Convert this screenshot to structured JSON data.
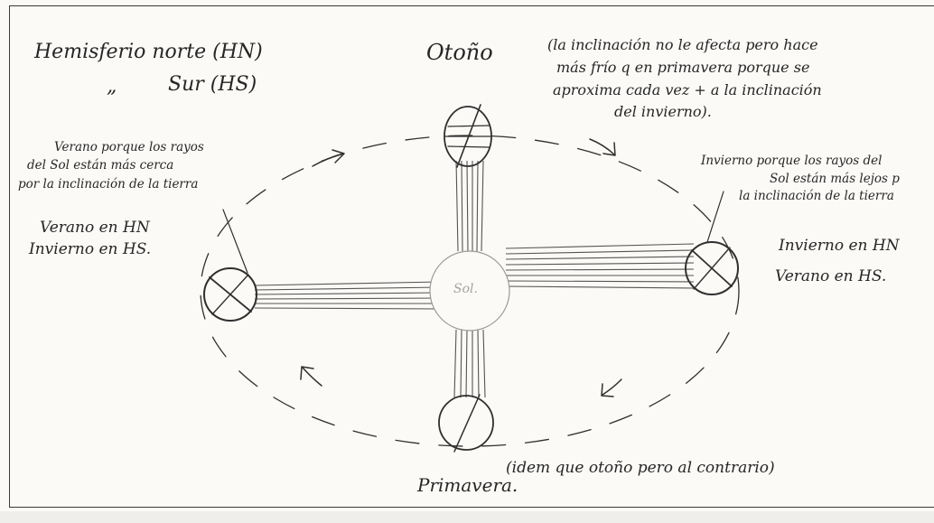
{
  "header": {
    "line1": "Hemisferio norte (HN)",
    "line2_mark": "„",
    "line2_text": "Sur (HS)"
  },
  "positions": {
    "top": {
      "title": "Otoño"
    },
    "bottom": {
      "title": "Primavera."
    },
    "sun": {
      "label": "Sol."
    }
  },
  "notes": {
    "autumn": [
      "(la inclinación no le afecta pero hace",
      "más frío q en primavera porque se",
      "aproxima cada vez + a la inclinación",
      "del invierno)."
    ],
    "summer_reason": [
      "Verano porque los rayos",
      "del Sol están más cerca",
      "por la inclinación de la tierra"
    ],
    "summer_result": [
      "Verano en HN",
      "Invierno en HS."
    ],
    "winter_reason": [
      "Invierno porque los rayos del",
      "Sol están más lejos p",
      "la inclinación de la tierra"
    ],
    "winter_result": [
      "Invierno en HN",
      "Verano en HS."
    ],
    "spring": "(idem que otoño pero al contrario)"
  }
}
